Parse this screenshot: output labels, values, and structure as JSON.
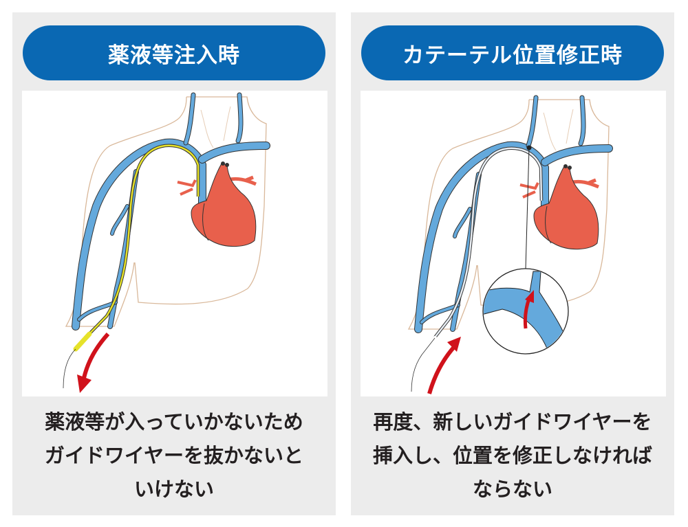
{
  "panels": [
    {
      "title": "薬液等注入時",
      "caption_lines": [
        "薬液等が入っていかないため",
        "ガイドワイヤーを抜かないと",
        "いけない"
      ],
      "catheter_color": "#e6e22a",
      "arrow_direction": "out"
    },
    {
      "title": "カテーテル位置修正時",
      "caption_lines": [
        "再度、新しいガイドワイヤーを",
        "挿入し、位置を修正しなければ",
        "ならない"
      ],
      "catheter_color": "#e8eef4",
      "arrow_direction": "in"
    }
  ],
  "colors": {
    "title_bg": "#0a68b3",
    "vein": "#64a9dc",
    "heart": "#e8604c",
    "arrow": "#d0121b",
    "skin_outline": "#d9b89a"
  }
}
